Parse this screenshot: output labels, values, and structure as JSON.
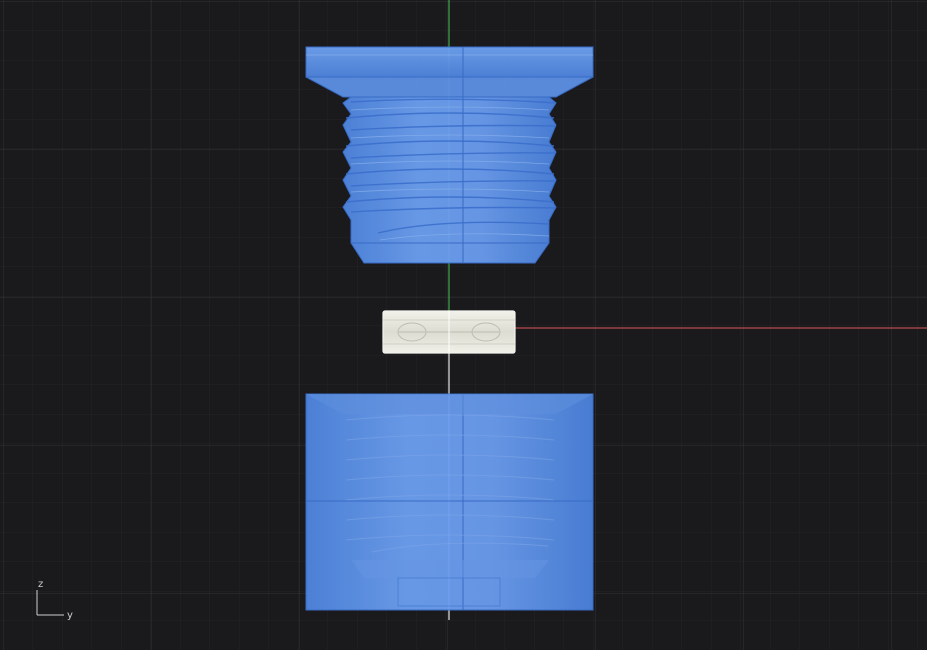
{
  "viewport": {
    "view": "right-orthographic",
    "background_color": "#1a1a1c",
    "grid": true,
    "grid_color": "#2b2b2e",
    "axes_colors": {
      "x": "#c0504d",
      "z": "#4caf50",
      "center": "#e8e8e8"
    }
  },
  "gizmo": {
    "vertical_axis_label": "z",
    "horizontal_axis_label": "y"
  },
  "objects": [
    {
      "name": "threaded-plug-top",
      "state": "selected",
      "color": "#5a8fe6"
    },
    {
      "name": "small-nut-center",
      "state": "unselected",
      "color": "#e6e6df"
    },
    {
      "name": "threaded-socket-bottom",
      "state": "selected",
      "color": "#5a8fe6"
    }
  ]
}
